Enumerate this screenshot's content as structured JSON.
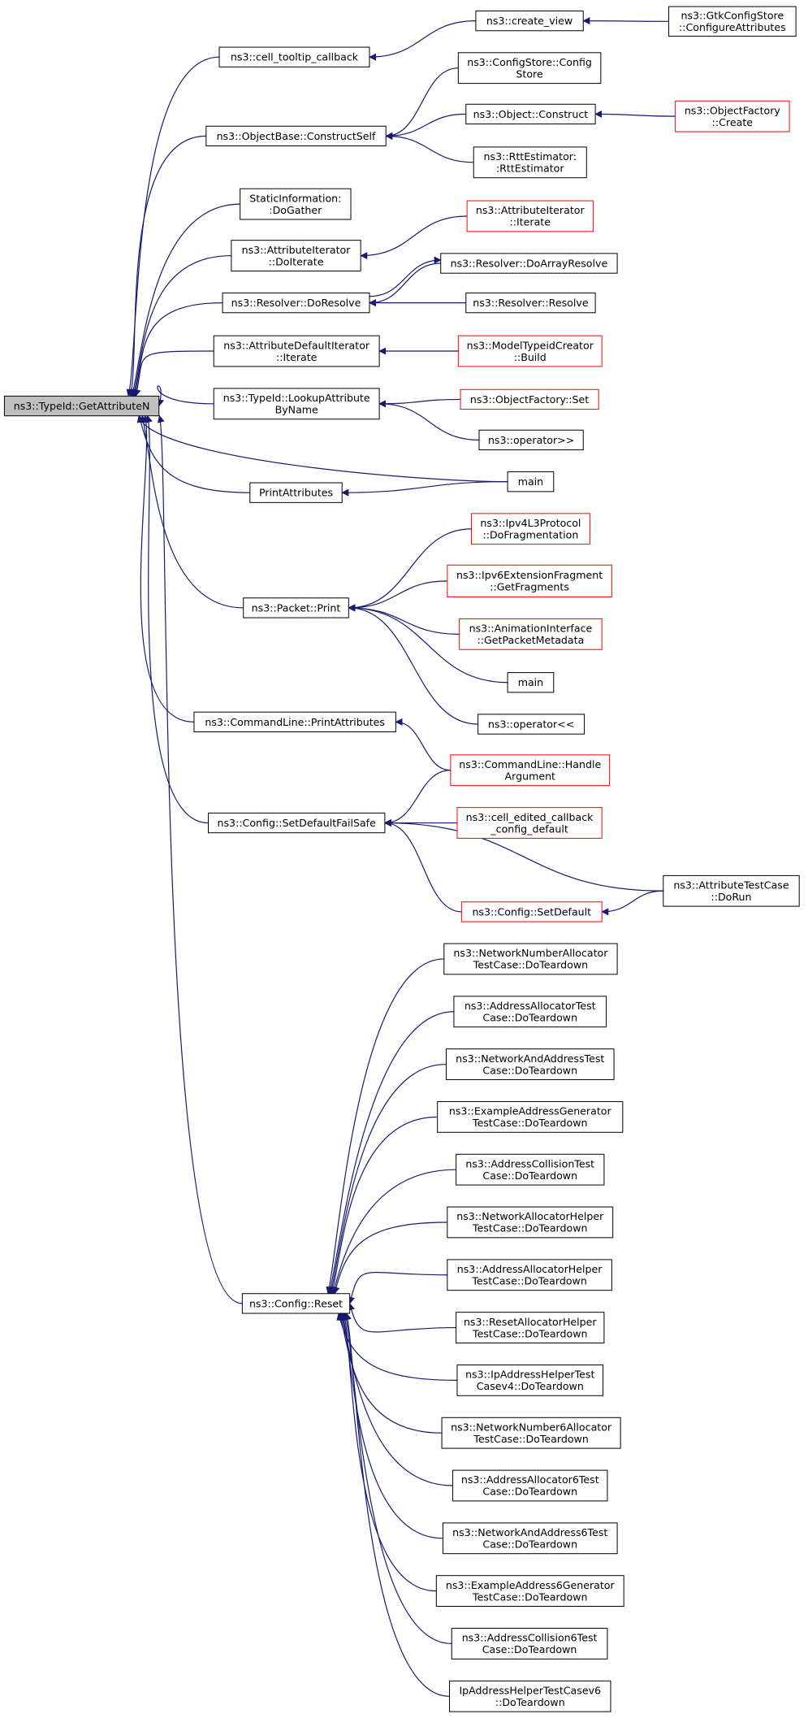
{
  "colors": {
    "edge": "#191970",
    "border_normal": "#000000",
    "border_truncated": "#ff0000",
    "root_fill": "#bfbfbf",
    "node_fill": "#ffffff"
  },
  "graph": {
    "nodes": [
      {
        "id": "root",
        "lines": [
          "ns3::TypeId::GetAttributeN"
        ],
        "style": "root"
      },
      {
        "id": "celltooltip",
        "lines": [
          "ns3::cell_tooltip_callback"
        ],
        "style": "normal"
      },
      {
        "id": "createview",
        "lines": [
          "ns3::create_view"
        ],
        "style": "normal"
      },
      {
        "id": "gtkconfig",
        "lines": [
          "ns3::GtkConfigStore",
          "::ConfigureAttributes"
        ],
        "style": "normal"
      },
      {
        "id": "constructself",
        "lines": [
          "ns3::ObjectBase::ConstructSelf"
        ],
        "style": "normal"
      },
      {
        "id": "configstore",
        "lines": [
          "ns3::ConfigStore::Config",
          "Store"
        ],
        "style": "normal"
      },
      {
        "id": "objconstruct",
        "lines": [
          "ns3::Object::Construct"
        ],
        "style": "normal"
      },
      {
        "id": "objfactcreate",
        "lines": [
          "ns3::ObjectFactory",
          "::Create"
        ],
        "style": "truncated"
      },
      {
        "id": "rttest",
        "lines": [
          "ns3::RttEstimator:",
          ":RttEstimator"
        ],
        "style": "normal"
      },
      {
        "id": "staticinfo",
        "lines": [
          "StaticInformation:",
          ":DoGather"
        ],
        "style": "normal"
      },
      {
        "id": "attriterdo",
        "lines": [
          "ns3::AttributeIterator",
          "::DoIterate"
        ],
        "style": "normal"
      },
      {
        "id": "attriteriter",
        "lines": [
          "ns3::AttributeIterator",
          "::Iterate"
        ],
        "style": "truncated"
      },
      {
        "id": "resdoresolve",
        "lines": [
          "ns3::Resolver::DoResolve"
        ],
        "style": "normal"
      },
      {
        "id": "resdoarray",
        "lines": [
          "ns3::Resolver::DoArrayResolve"
        ],
        "style": "normal"
      },
      {
        "id": "resresolve",
        "lines": [
          "ns3::Resolver::Resolve"
        ],
        "style": "normal"
      },
      {
        "id": "attrdefiter",
        "lines": [
          "ns3::AttributeDefaultIterator",
          "::Iterate"
        ],
        "style": "normal"
      },
      {
        "id": "modeltypeid",
        "lines": [
          "ns3::ModelTypeidCreator",
          "::Build"
        ],
        "style": "truncated"
      },
      {
        "id": "lookupattr",
        "lines": [
          "ns3::TypeId::LookupAttribute",
          "ByName"
        ],
        "style": "normal"
      },
      {
        "id": "objfactset",
        "lines": [
          "ns3::ObjectFactory::Set"
        ],
        "style": "truncated"
      },
      {
        "id": "opshr",
        "lines": [
          "ns3::operator>>"
        ],
        "style": "normal"
      },
      {
        "id": "main1",
        "lines": [
          "main"
        ],
        "style": "normal"
      },
      {
        "id": "printattrs",
        "lines": [
          "PrintAttributes"
        ],
        "style": "normal"
      },
      {
        "id": "packetprint",
        "lines": [
          "ns3::Packet::Print"
        ],
        "style": "normal"
      },
      {
        "id": "ipv4frag",
        "lines": [
          "ns3::Ipv4L3Protocol",
          "::DoFragmentation"
        ],
        "style": "truncated"
      },
      {
        "id": "ipv6frag",
        "lines": [
          "ns3::Ipv6ExtensionFragment",
          "::GetFragments"
        ],
        "style": "truncated"
      },
      {
        "id": "animiface",
        "lines": [
          "ns3::AnimationInterface",
          "::GetPacketMetadata"
        ],
        "style": "truncated"
      },
      {
        "id": "main2",
        "lines": [
          "main"
        ],
        "style": "normal"
      },
      {
        "id": "opshl",
        "lines": [
          "ns3::operator<<"
        ],
        "style": "normal"
      },
      {
        "id": "cmdprint",
        "lines": [
          "ns3::CommandLine::PrintAttributes"
        ],
        "style": "normal"
      },
      {
        "id": "cmdhandle",
        "lines": [
          "ns3::CommandLine::Handle",
          "Argument"
        ],
        "style": "truncated"
      },
      {
        "id": "cfgfailsafe",
        "lines": [
          "ns3::Config::SetDefaultFailSafe"
        ],
        "style": "normal"
      },
      {
        "id": "celledited",
        "lines": [
          "ns3::cell_edited_callback",
          "_config_default"
        ],
        "style": "truncated"
      },
      {
        "id": "attrtestrun",
        "lines": [
          "ns3::AttributeTestCase",
          "::DoRun"
        ],
        "style": "normal"
      },
      {
        "id": "cfgsetdefault",
        "lines": [
          "ns3::Config::SetDefault"
        ],
        "style": "truncated"
      },
      {
        "id": "cfgreset",
        "lines": [
          "ns3::Config::Reset"
        ],
        "style": "normal"
      },
      {
        "id": "t1",
        "lines": [
          "ns3::NetworkNumberAllocator",
          "TestCase::DoTeardown"
        ],
        "style": "normal"
      },
      {
        "id": "t2",
        "lines": [
          "ns3::AddressAllocatorTest",
          "Case::DoTeardown"
        ],
        "style": "normal"
      },
      {
        "id": "t3",
        "lines": [
          "ns3::NetworkAndAddressTest",
          "Case::DoTeardown"
        ],
        "style": "normal"
      },
      {
        "id": "t4",
        "lines": [
          "ns3::ExampleAddressGenerator",
          "TestCase::DoTeardown"
        ],
        "style": "normal"
      },
      {
        "id": "t5",
        "lines": [
          "ns3::AddressCollisionTest",
          "Case::DoTeardown"
        ],
        "style": "normal"
      },
      {
        "id": "t6",
        "lines": [
          "ns3::NetworkAllocatorHelper",
          "TestCase::DoTeardown"
        ],
        "style": "normal"
      },
      {
        "id": "t7",
        "lines": [
          "ns3::AddressAllocatorHelper",
          "TestCase::DoTeardown"
        ],
        "style": "normal"
      },
      {
        "id": "t8",
        "lines": [
          "ns3::ResetAllocatorHelper",
          "TestCase::DoTeardown"
        ],
        "style": "normal"
      },
      {
        "id": "t9",
        "lines": [
          "ns3::IpAddressHelperTest",
          "Casev4::DoTeardown"
        ],
        "style": "normal"
      },
      {
        "id": "t10",
        "lines": [
          "ns3::NetworkNumber6Allocator",
          "TestCase::DoTeardown"
        ],
        "style": "normal"
      },
      {
        "id": "t11",
        "lines": [
          "ns3::AddressAllocator6Test",
          "Case::DoTeardown"
        ],
        "style": "normal"
      },
      {
        "id": "t12",
        "lines": [
          "ns3::NetworkAndAddress6Test",
          "Case::DoTeardown"
        ],
        "style": "normal"
      },
      {
        "id": "t13",
        "lines": [
          "ns3::ExampleAddress6Generator",
          "TestCase::DoTeardown"
        ],
        "style": "normal"
      },
      {
        "id": "t14",
        "lines": [
          "ns3::AddressCollision6Test",
          "Case::DoTeardown"
        ],
        "style": "normal"
      },
      {
        "id": "t15",
        "lines": [
          "IpAddressHelperTestCasev6",
          "::DoTeardown"
        ],
        "style": "normal"
      }
    ],
    "edges": [
      {
        "from": "celltooltip",
        "to": "root"
      },
      {
        "from": "createview",
        "to": "celltooltip"
      },
      {
        "from": "gtkconfig",
        "to": "createview"
      },
      {
        "from": "constructself",
        "to": "root"
      },
      {
        "from": "configstore",
        "to": "constructself"
      },
      {
        "from": "objconstruct",
        "to": "constructself"
      },
      {
        "from": "objfactcreate",
        "to": "objconstruct"
      },
      {
        "from": "rttest",
        "to": "constructself"
      },
      {
        "from": "staticinfo",
        "to": "root"
      },
      {
        "from": "attriterdo",
        "to": "root"
      },
      {
        "from": "attriteriter",
        "to": "attriterdo"
      },
      {
        "from": "resdoresolve",
        "to": "root"
      },
      {
        "from": "resdoarray",
        "to": "resdoresolve"
      },
      {
        "from": "resdoresolve",
        "to": "resdoarray"
      },
      {
        "from": "resresolve",
        "to": "resdoresolve"
      },
      {
        "from": "attrdefiter",
        "to": "root"
      },
      {
        "from": "modeltypeid",
        "to": "attrdefiter"
      },
      {
        "from": "lookupattr",
        "to": "root"
      },
      {
        "from": "objfactset",
        "to": "lookupattr"
      },
      {
        "from": "opshr",
        "to": "lookupattr"
      },
      {
        "from": "main1",
        "to": "root"
      },
      {
        "from": "printattrs",
        "to": "root"
      },
      {
        "from": "main1",
        "to": "printattrs"
      },
      {
        "from": "packetprint",
        "to": "root"
      },
      {
        "from": "ipv4frag",
        "to": "packetprint"
      },
      {
        "from": "ipv6frag",
        "to": "packetprint"
      },
      {
        "from": "animiface",
        "to": "packetprint"
      },
      {
        "from": "main2",
        "to": "packetprint"
      },
      {
        "from": "opshl",
        "to": "packetprint"
      },
      {
        "from": "cmdprint",
        "to": "root"
      },
      {
        "from": "cmdhandle",
        "to": "cmdprint"
      },
      {
        "from": "cfgfailsafe",
        "to": "root"
      },
      {
        "from": "cmdhandle",
        "to": "cfgfailsafe"
      },
      {
        "from": "celledited",
        "to": "cfgfailsafe"
      },
      {
        "from": "attrtestrun",
        "to": "cfgfailsafe"
      },
      {
        "from": "cfgsetdefault",
        "to": "cfgfailsafe"
      },
      {
        "from": "attrtestrun",
        "to": "cfgsetdefault"
      },
      {
        "from": "cfgreset",
        "to": "root"
      },
      {
        "from": "t1",
        "to": "cfgreset"
      },
      {
        "from": "t2",
        "to": "cfgreset"
      },
      {
        "from": "t3",
        "to": "cfgreset"
      },
      {
        "from": "t4",
        "to": "cfgreset"
      },
      {
        "from": "t5",
        "to": "cfgreset"
      },
      {
        "from": "t6",
        "to": "cfgreset"
      },
      {
        "from": "t7",
        "to": "cfgreset"
      },
      {
        "from": "t8",
        "to": "cfgreset"
      },
      {
        "from": "t9",
        "to": "cfgreset"
      },
      {
        "from": "t10",
        "to": "cfgreset"
      },
      {
        "from": "t11",
        "to": "cfgreset"
      },
      {
        "from": "t12",
        "to": "cfgreset"
      },
      {
        "from": "t13",
        "to": "cfgreset"
      },
      {
        "from": "t14",
        "to": "cfgreset"
      },
      {
        "from": "t15",
        "to": "cfgreset"
      }
    ]
  }
}
